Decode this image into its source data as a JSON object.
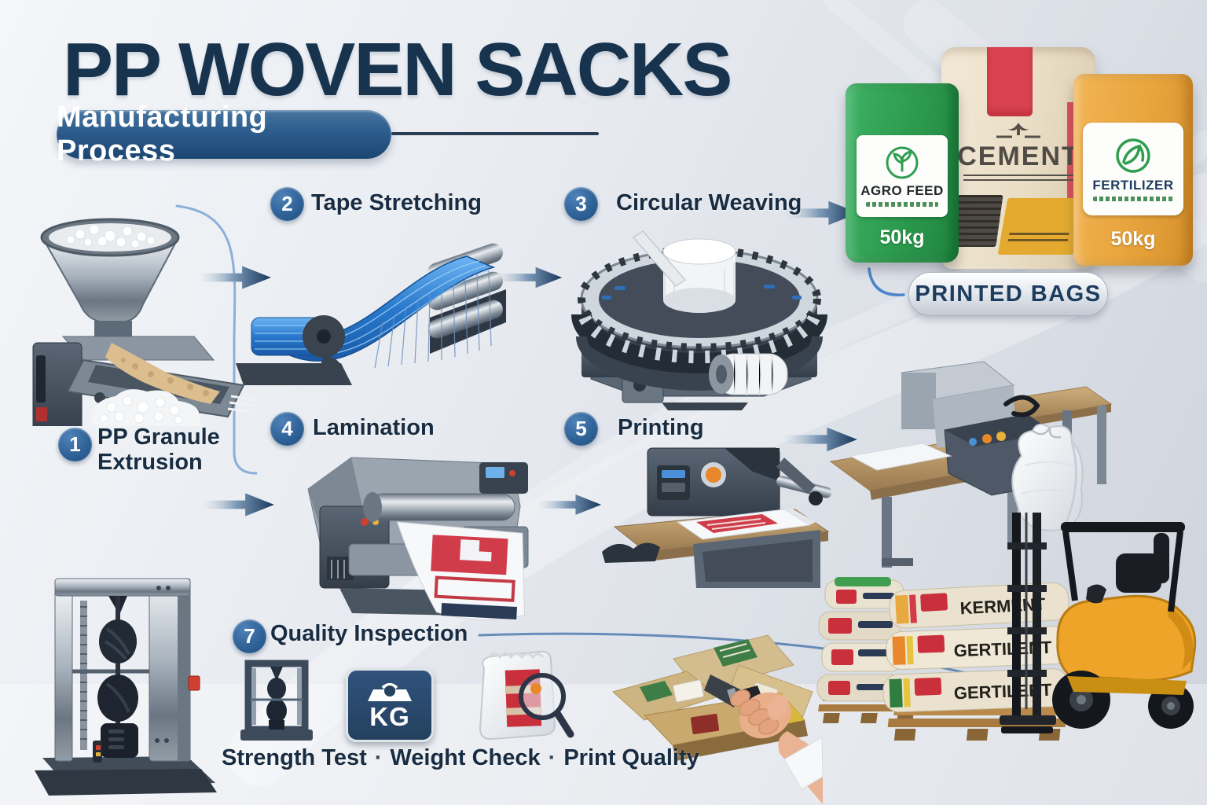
{
  "header": {
    "title": "PP WOVEN SACKS",
    "subtitle": "Manufacturing Process"
  },
  "steps": [
    {
      "num": "1",
      "label": "PP Granule Extrusion"
    },
    {
      "num": "2",
      "label": "Tape Stretching"
    },
    {
      "num": "3",
      "label": "Circular Weaving"
    },
    {
      "num": "4",
      "label": "Lamination"
    },
    {
      "num": "5",
      "label": "Printing"
    },
    {
      "num": "7",
      "label": "Quality Inspection"
    }
  ],
  "printed_bags": {
    "pill_label": "PRINTED BAGS",
    "bags": [
      {
        "name": "AGRO FEED",
        "weight": "50kg",
        "bag_color": "#2f9e50"
      },
      {
        "name": "CEMENT",
        "bag_color": "#eadfc9"
      },
      {
        "name": "FERTILIZER",
        "weight": "50kg",
        "bag_color": "#e9a63e"
      }
    ]
  },
  "quality_inspection": {
    "items": [
      "Strength Test",
      "Weight Check",
      "Print Quality"
    ],
    "separator": "·",
    "kg_badge": "KG"
  },
  "pallet_stack": {
    "bag_labels": [
      "KERMENT",
      "GERTILENT",
      "GERTILERT"
    ]
  },
  "colors": {
    "title_navy": "#17334e",
    "badge_blue": "#2f6398",
    "pill_blue": "#1c4672",
    "arrow_navy": "#16375c",
    "tape_blue": "#2878cc",
    "agro_green": "#2f9e50",
    "cement_red": "#d94250",
    "fertilizer_orange": "#e9a63e",
    "forklift_yellow": "#eda428",
    "pallet_wood": "#b98a4a"
  }
}
